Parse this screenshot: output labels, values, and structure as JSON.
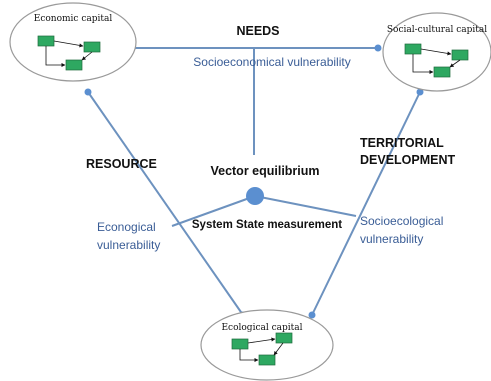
{
  "nodes": {
    "economic": {
      "label": "Economic capital"
    },
    "social_cultural": {
      "label": "Social-cultural capital"
    },
    "ecological": {
      "label": "Ecological capital"
    }
  },
  "edges": {
    "needs": "NEEDS",
    "socioeconomical_vulnerability": "Socioeconomical vulnerability",
    "resource": "RESOURCE",
    "territorial_development": [
      "TERRITORIAL",
      "DEVELOPMENT"
    ],
    "econogical_vulnerability": [
      "Econogical",
      "vulnerability"
    ],
    "socioecological_vulnerability": [
      "Socioecological",
      "vulnerability"
    ]
  },
  "center": {
    "vector_equilibrium": "Vector equilibrium",
    "system_state": "System State measurement"
  },
  "colors": {
    "connector": "#6d92bf",
    "center_dot": "#5b8fd0",
    "vulnerability_text": "#3a5d96",
    "flow_box": "#2ea861"
  }
}
